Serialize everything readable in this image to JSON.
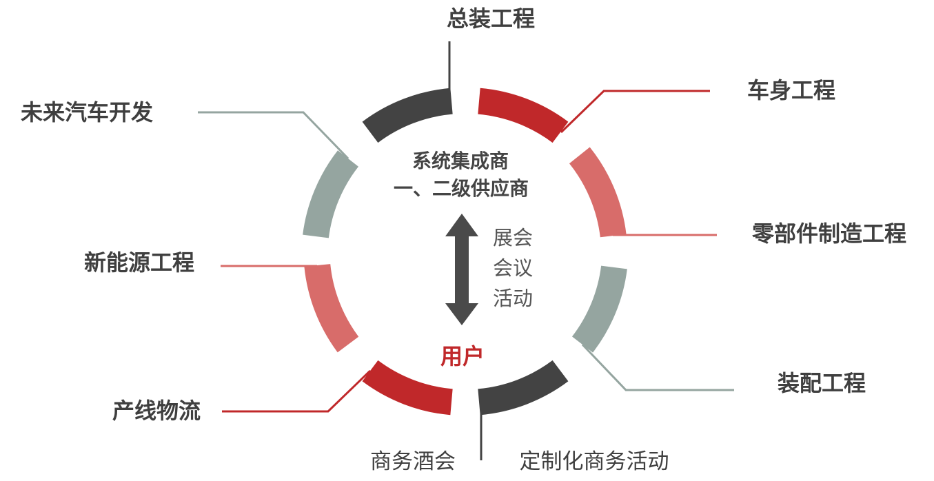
{
  "center": {
    "line1": "系统集成商",
    "line2": "一、二级供应商",
    "side": [
      "展会",
      "会议",
      "活动"
    ],
    "user": "用户"
  },
  "labels": {
    "top": "总装工程",
    "right1": "车身工程",
    "right2": "零部件制造工程",
    "right3": "装配工程",
    "left1": "未来汽车开发",
    "left2": "新能源工程",
    "left3": "产线物流"
  },
  "bottom": {
    "left": "商务酒会",
    "right": "定制化商务活动"
  },
  "colors": {
    "dark": "#434343",
    "red": "#c0282a",
    "pink": "#d86c6a",
    "gray": "#95a5a0"
  }
}
